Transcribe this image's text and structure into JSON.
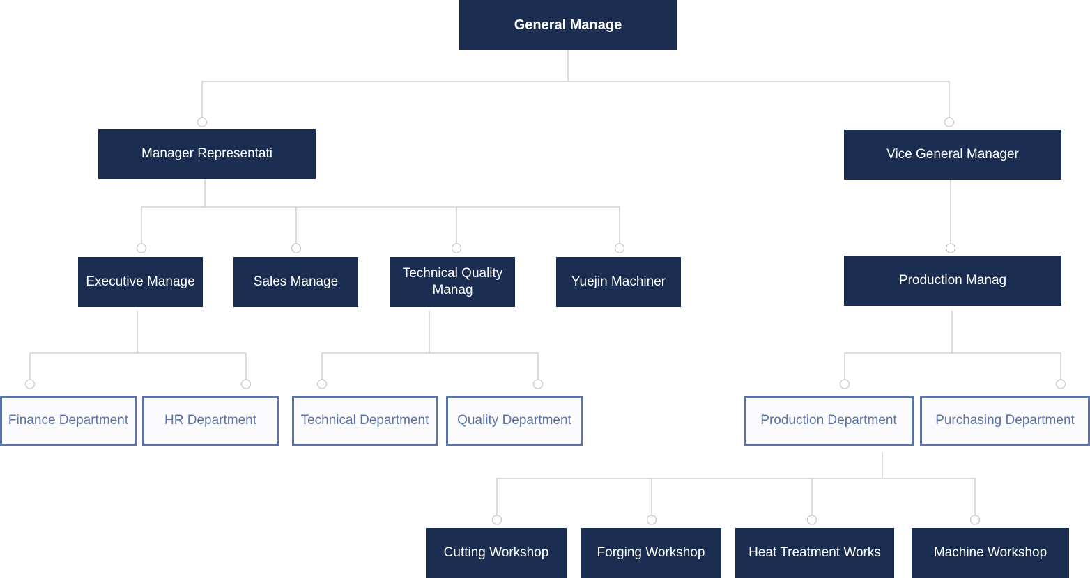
{
  "org_chart": {
    "root": "General Manage",
    "manager_rep": "Manager Representati",
    "vice_gm": "Vice General Manager",
    "executive": "Executive Manage",
    "sales": "Sales Manage",
    "technical_quality": "Technical Quality Manag",
    "yuejin": "Yuejin Machiner",
    "production_manager": "Production Manag",
    "finance": "Finance Department",
    "hr": "HR Department",
    "technical_dept": "Technical Department",
    "quality_dept": "Quality Department",
    "production_dept": "Production Department",
    "purchasing_dept": "Purchasing Department",
    "cutting": "Cutting Workshop",
    "forging": "Forging Workshop",
    "heat_treatment": "Heat Treatment Works",
    "machine": "Machine Workshop"
  },
  "colors": {
    "node_fill": "#1b2d50",
    "node_text": "#ffffff",
    "dept_border": "#5b73a6",
    "connector": "#c8c8c8"
  }
}
